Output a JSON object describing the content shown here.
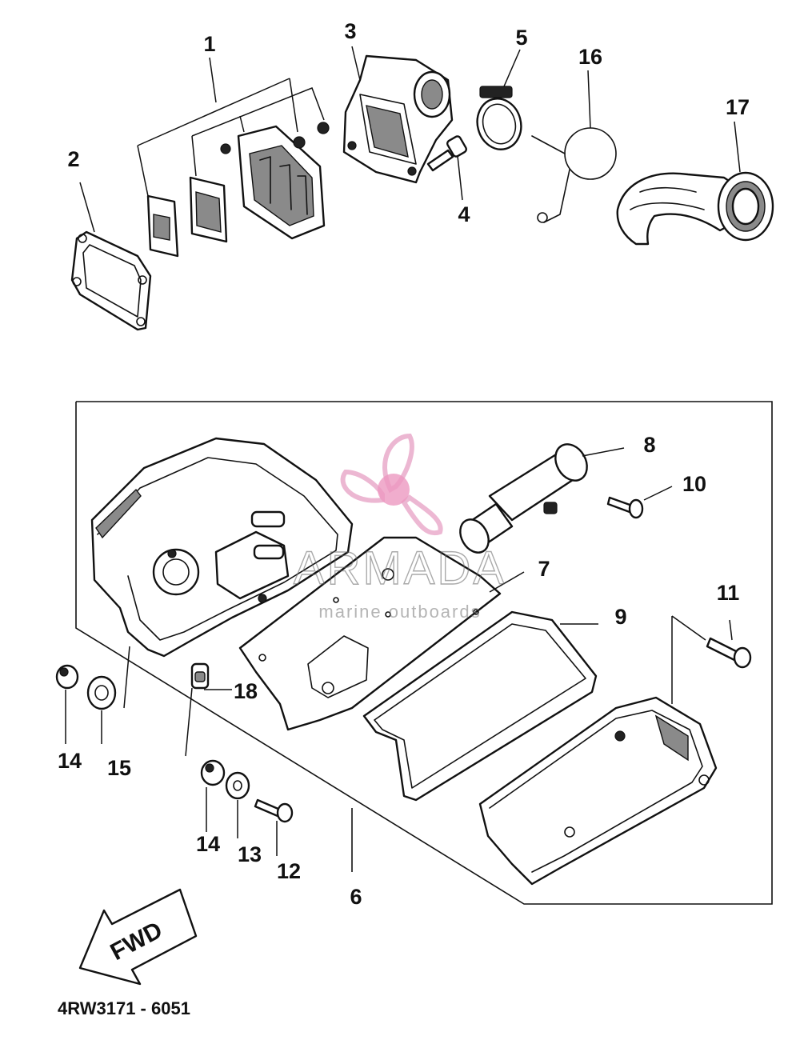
{
  "callouts": {
    "c1": "1",
    "c2": "2",
    "c3": "3",
    "c4": "4",
    "c5": "5",
    "c6": "6",
    "c7": "7",
    "c8": "8",
    "c9": "9",
    "c10": "10",
    "c11": "11",
    "c12": "12",
    "c13": "13",
    "c14a": "14",
    "c14b": "14",
    "c15": "15",
    "c16": "16",
    "c17": "17",
    "c18": "18"
  },
  "fwd_label": "FWD",
  "diagram_code": "4RW3171 - 6051",
  "watermark": {
    "title": "ARMADA",
    "subtitle": "marine outboards",
    "logo_color": "#e8a6c8",
    "logo_hub_color": "#e87fb2"
  }
}
